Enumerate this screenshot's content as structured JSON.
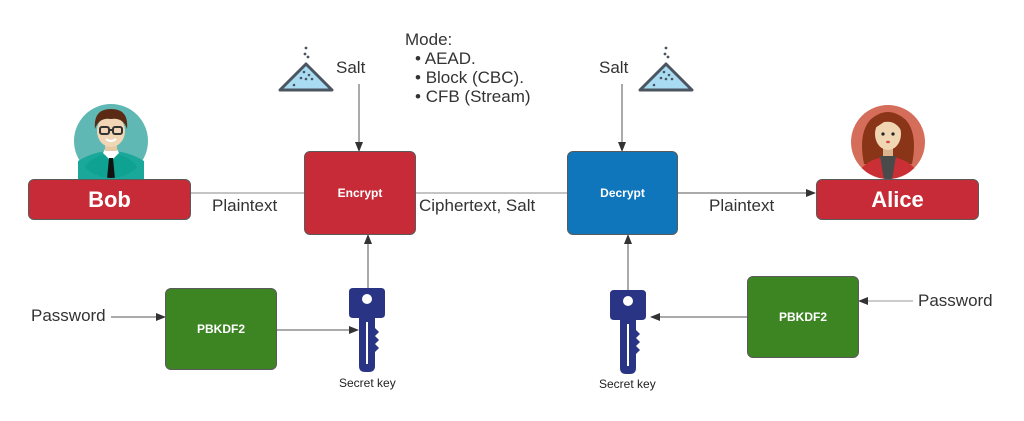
{
  "diagram": {
    "title": "Password-based symmetric encryption flow",
    "actors": {
      "sender": {
        "name": "Bob"
      },
      "receiver": {
        "name": "Alice"
      }
    },
    "nodes": {
      "encrypt": {
        "label": "Encrypt"
      },
      "decrypt": {
        "label": "Decrypt"
      },
      "kdf_left": {
        "label": "PBKDF2"
      },
      "kdf_right": {
        "label": "PBKDF2"
      }
    },
    "edge_labels": {
      "plaintext_left": "Plaintext",
      "ciphertext": "Ciphertext, Salt",
      "plaintext_right": "Plaintext",
      "salt_left": "Salt",
      "salt_right": "Salt",
      "password_left": "Password",
      "password_right": "Password",
      "key_left": "Secret key",
      "key_right": "Secret key"
    },
    "mode_note": {
      "heading": "Mode:",
      "items": [
        "AEAD.",
        "Block (CBC).",
        "CFB (Stream)"
      ]
    },
    "colors": {
      "encrypt": "#c72b38",
      "decrypt": "#0f76bb",
      "kdf": "#3d8423",
      "person": "#c72b38",
      "key": "#2a3484",
      "salt_fill": "#a9dcf2"
    }
  }
}
